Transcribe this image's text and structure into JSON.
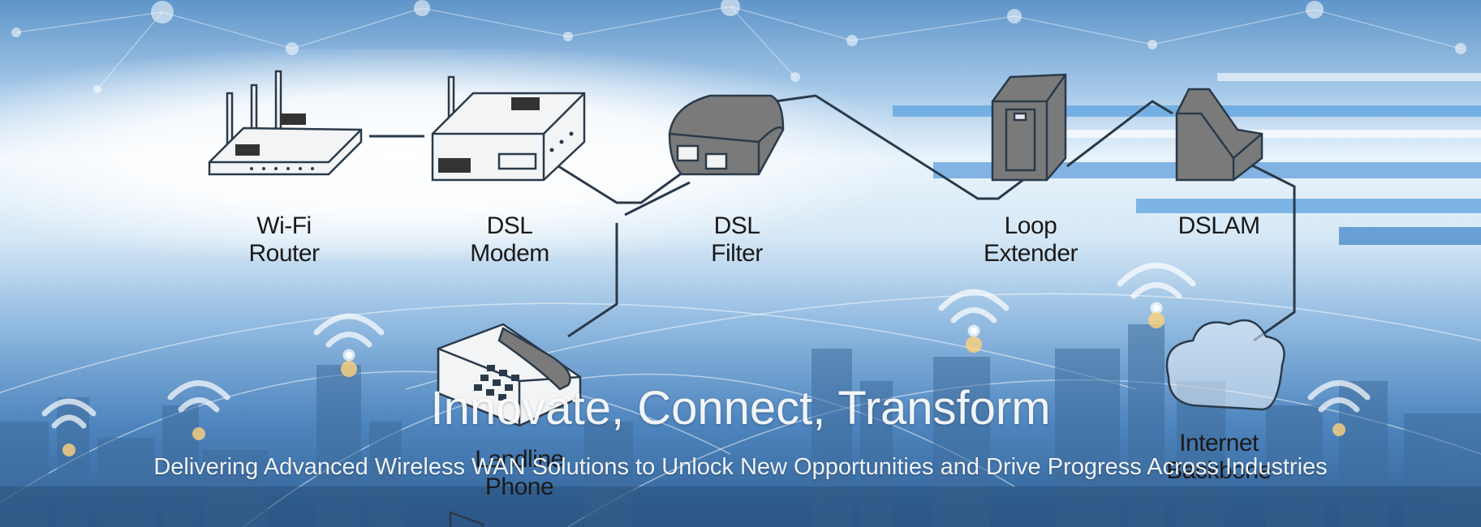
{
  "hero": {
    "headline": "Innovate, Connect, Transform",
    "subheadline": "Delivering Advanced Wireless WAN Solutions to Unlock New Opportunities and Drive Progress Across Industries"
  },
  "diagram": {
    "devices": [
      {
        "id": "wifi-router",
        "label": "Wi-Fi\nRouter",
        "icon": "wifi-router-icon"
      },
      {
        "id": "dsl-modem",
        "label": "DSL\nModem",
        "icon": "dsl-modem-icon"
      },
      {
        "id": "dsl-filter",
        "label": "DSL\nFilter",
        "icon": "dsl-filter-icon"
      },
      {
        "id": "loop-extender",
        "label": "Loop\nExtender",
        "icon": "loop-extender-icon"
      },
      {
        "id": "dslam",
        "label": "DSLAM",
        "icon": "dslam-icon"
      },
      {
        "id": "landline-phone",
        "label": "Landline\nPhone",
        "icon": "landline-phone-icon"
      },
      {
        "id": "internet-backbone",
        "label": "Internet\nBackbone",
        "icon": "cloud-icon"
      }
    ]
  },
  "colors": {
    "accent": "#2f7fd0",
    "device_fill": "#6e6e6e",
    "line": "#2a3a4a"
  }
}
